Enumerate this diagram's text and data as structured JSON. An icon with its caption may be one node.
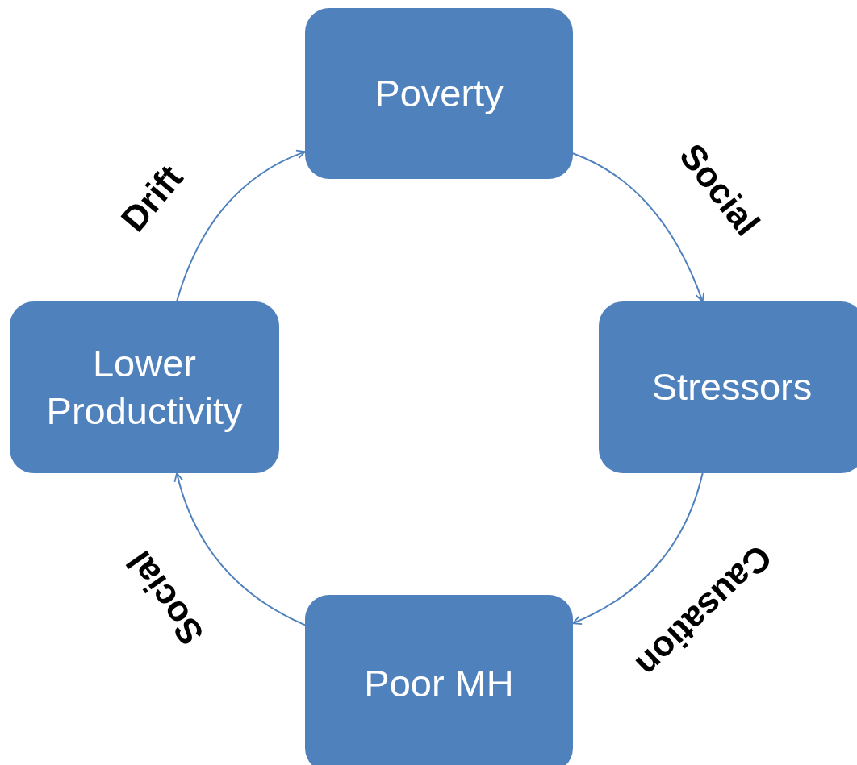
{
  "diagram": {
    "nodes": [
      {
        "text": [
          "Poverty"
        ]
      },
      {
        "text": [
          "Stressors"
        ]
      },
      {
        "text": [
          "Poor MH"
        ]
      },
      {
        "text": [
          "Lower Productivity"
        ]
      }
    ],
    "edges": [
      {
        "from": 0,
        "to": 1,
        "arrow": "to",
        "label": "Social"
      },
      {
        "from": 1,
        "to": 2,
        "arrow": "to",
        "label": "Causation"
      },
      {
        "from": 2,
        "to": 3,
        "arrow": "to",
        "label": "Social"
      },
      {
        "from": 3,
        "to": 0,
        "arrow": "to",
        "label": "Drift"
      }
    ]
  }
}
